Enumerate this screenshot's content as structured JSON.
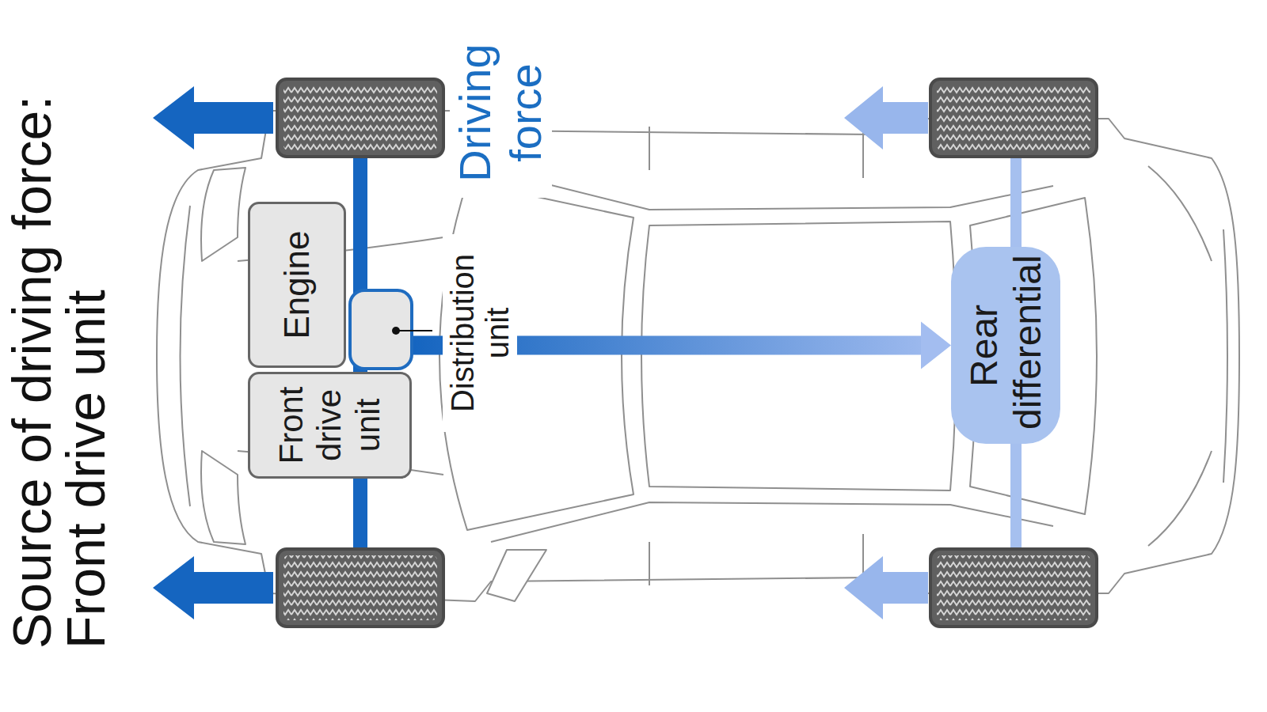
{
  "diagram": {
    "title": "Source of driving force: Front drive unit",
    "nodes": [
      {
        "text": [
          "Engine"
        ]
      },
      {
        "text": [
          "Front drive unit"
        ]
      },
      {
        "text": [
          "Distribution unit"
        ]
      },
      {
        "text": [
          "Rear differential"
        ]
      }
    ],
    "edges": [
      {
        "from": 2,
        "to": 3,
        "arrow": "to"
      }
    ],
    "labels": [
      "Driving force"
    ]
  }
}
